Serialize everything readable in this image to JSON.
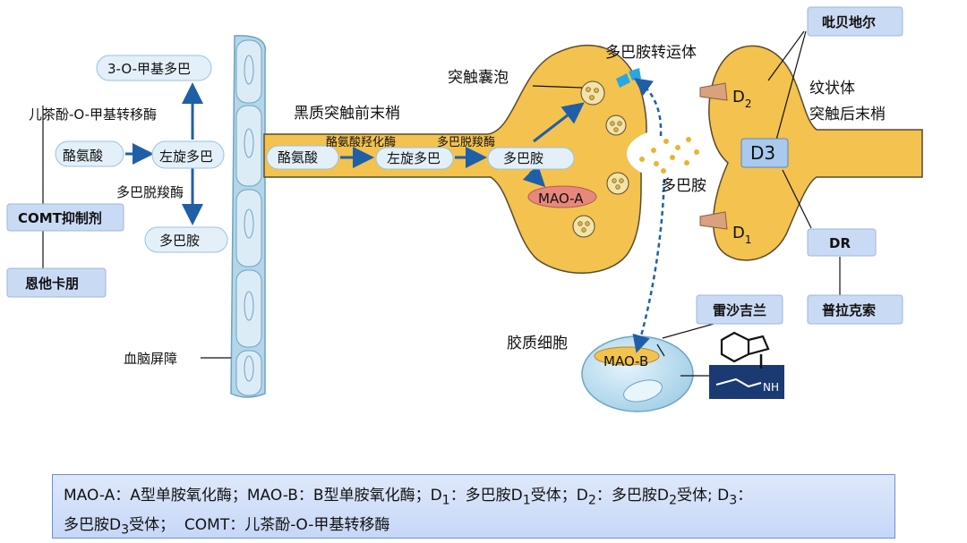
{
  "labels": {
    "methyl_dopa": "3-O-甲基多巴",
    "comt_enzyme": "儿茶酚-O-甲基转移酶",
    "tyrosine_left": "酪氨酸",
    "ldopa_left": "左旋多巴",
    "ddc_left": "多巴脱羧酶",
    "dopamine_left": "多巴胺",
    "comt_inhibitor": "COMT抑制剂",
    "entacapone": "恩他卡朋",
    "bbb": "血脑屏障",
    "presynaptic": "黑质突触前末梢",
    "th_enzyme": "酪氨酸羟化酶",
    "ddc_right": "多巴脱羧酶",
    "tyrosine_right": "酪氨酸",
    "ldopa_right": "左旋多巴",
    "dopamine_in": "多巴胺",
    "maoa": "MAO-A",
    "vesicle": "突触囊泡",
    "transporter": "多巴胺转运体",
    "dopamine_cleft": "多巴胺",
    "piribedil": "吡贝地尔",
    "striatum": "纹状体",
    "postsynaptic": "突触后末梢",
    "d2": "D",
    "d2_sub": "2",
    "d3": "D3",
    "d1": "D",
    "d1_sub": "1",
    "dr": "DR",
    "pramipexole": "普拉克索",
    "glia": "胶质细胞",
    "maob": "MAO-B",
    "rasagiline": "雷沙吉兰",
    "nh": "NH"
  },
  "legend": {
    "l1a": "MAO-A：A型单胺氧化酶；MAO-B：B型单胺氧化酶；D",
    "l1b": "1",
    "l1c": "：多巴胺D",
    "l1d": "1",
    "l1e": "受体；D",
    "l1f": "2",
    "l1g": "：多巴胺D",
    "l1h": "2",
    "l1i": "受体; D",
    "l1j": "3",
    "l1k": "：",
    "l2a": "多巴胺D",
    "l2b": "3",
    "l2c": "受体；  COMT：儿茶酚-O-甲基转移酶"
  },
  "colors": {
    "neuron_fill": "#f3c24f",
    "neuron_stroke": "#5a4a2e",
    "arrow": "#1f5fa8",
    "pill_fill": "#e3f0f9",
    "label_box_fill": "#c9daf5",
    "maoa_fill": "#e8877b",
    "glia_fill": "#c9e4f2",
    "bbb_fill": "#b3d6ea",
    "receptor": "#d9a17e",
    "molecule_bg": "#1b3a73"
  }
}
